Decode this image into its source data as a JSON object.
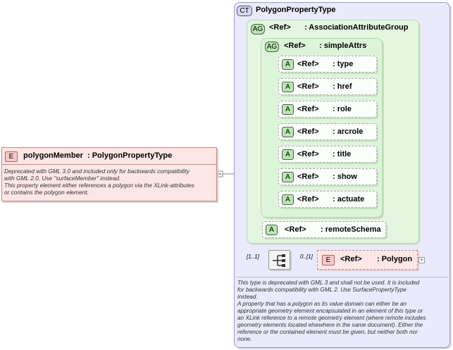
{
  "complex_type": {
    "badge": "CT",
    "name": "PolygonPropertyType",
    "documentation": [
      "This type is deprecated with GML 3 and shall not be used. It is included",
      "for backwards compatibility with GML 2. Use SurfacePropertyType",
      "instead.",
      "A property that has a polygon as its value domain can either be an",
      "appropriate geometry element encapsulated in an element of this type or",
      "an XLink reference to a remote geometry element (where remote includes",
      "geometry elements located elsewhere in the same document). Either the",
      "reference or the contained element must be given, but neither both nor",
      "none."
    ]
  },
  "association_group": {
    "badge": "AG",
    "ref": "<Ref>",
    "name": ": AssociationAttributeGroup"
  },
  "simple_attrs": {
    "badge": "AG",
    "ref": "<Ref>",
    "name": ": simpleAttrs"
  },
  "attributes": [
    {
      "badge": "A",
      "ref": "<Ref>",
      "name": ": type"
    },
    {
      "badge": "A",
      "ref": "<Ref>",
      "name": ": href"
    },
    {
      "badge": "A",
      "ref": "<Ref>",
      "name": ": role"
    },
    {
      "badge": "A",
      "ref": "<Ref>",
      "name": ": arcrole"
    },
    {
      "badge": "A",
      "ref": "<Ref>",
      "name": ": title"
    },
    {
      "badge": "A",
      "ref": "<Ref>",
      "name": ": show"
    },
    {
      "badge": "A",
      "ref": "<Ref>",
      "name": ": actuate"
    }
  ],
  "remote_schema": {
    "badge": "A",
    "ref": "<Ref>",
    "name": ": remoteSchema"
  },
  "element": {
    "badge": "E",
    "name": "polygonMember",
    "type": ": PolygonPropertyType",
    "documentation": [
      "Deprecated with GML 3.0 and included only for backwards compatibility",
      "with GML 2.0. Use \"surfaceMember\" instead.",
      "This property element either references a polygon via the XLink-attributes",
      "or contains the polygon element."
    ]
  },
  "sequence": {
    "cardinality": "[1..1]"
  },
  "polygon": {
    "badge": "E",
    "ref": "<Ref>",
    "name": ": Polygon",
    "cardinality": "0..[1]"
  }
}
